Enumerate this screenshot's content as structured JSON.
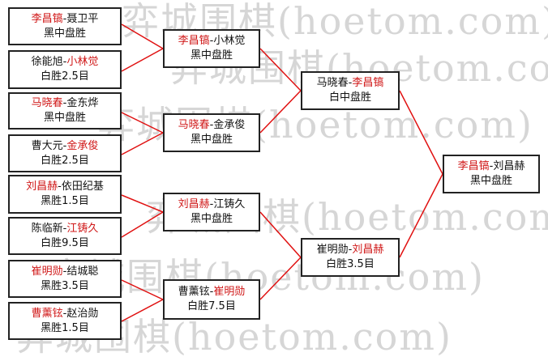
{
  "watermark": {
    "lines": [
      "弈城围棋(hoetom.com)",
      "弈城围棋(hoetom.com)",
      "弈城围棋(hoetom.com)",
      "弈城围棋(hoetom.com)",
      "弈城围棋(hoetom.com)",
      "弈城围棋(hoetom.com)"
    ]
  },
  "bracket": {
    "round1": [
      {
        "p1": "李昌镐",
        "p2": "聂卫平",
        "winner": 1,
        "result": "黑中盘胜"
      },
      {
        "p1": "徐能旭",
        "p2": "小林觉",
        "winner": 2,
        "result": "白胜2.5目"
      },
      {
        "p1": "马晓春",
        "p2": "金东烨",
        "winner": 1,
        "result": "黑中盘胜"
      },
      {
        "p1": "曹大元",
        "p2": "金承俊",
        "winner": 2,
        "result": "白胜2.5目"
      },
      {
        "p1": "刘昌赫",
        "p2": "依田纪基",
        "winner": 1,
        "result": "黑胜1.5目"
      },
      {
        "p1": "陈临新",
        "p2": "江铸久",
        "winner": 2,
        "result": "白胜9.5目"
      },
      {
        "p1": "崔明勋",
        "p2": "结城聪",
        "winner": 1,
        "result": "黑胜3.5目"
      },
      {
        "p1": "曹薰铉",
        "p2": "赵治勋",
        "winner": 1,
        "result": "黑胜1.5目"
      }
    ],
    "round2": [
      {
        "p1": "李昌镐",
        "p2": "小林觉",
        "winner": 1,
        "result": "黑中盘胜"
      },
      {
        "p1": "马晓春",
        "p2": "金承俊",
        "winner": 1,
        "result": "黑中盘胜"
      },
      {
        "p1": "刘昌赫",
        "p2": "江铸久",
        "winner": 1,
        "result": "黑中盘胜"
      },
      {
        "p1": "曹薰铉",
        "p2": "崔明勋",
        "winner": 2,
        "result": "白胜7.5目"
      }
    ],
    "round3": [
      {
        "p1": "马晓春",
        "p2": "李昌镐",
        "winner": 2,
        "result": "白中盘胜"
      },
      {
        "p1": "崔明勋",
        "p2": "刘昌赫",
        "winner": 2,
        "result": "白胜3.5目"
      }
    ],
    "final": [
      {
        "p1": "李昌镐",
        "p2": "刘昌赫",
        "winner": 1,
        "result": "黑中盘胜"
      }
    ]
  },
  "colors": {
    "winner": "#d01818",
    "connector": "#e01010",
    "border": "#222222",
    "watermark": "#d6d6d6"
  }
}
